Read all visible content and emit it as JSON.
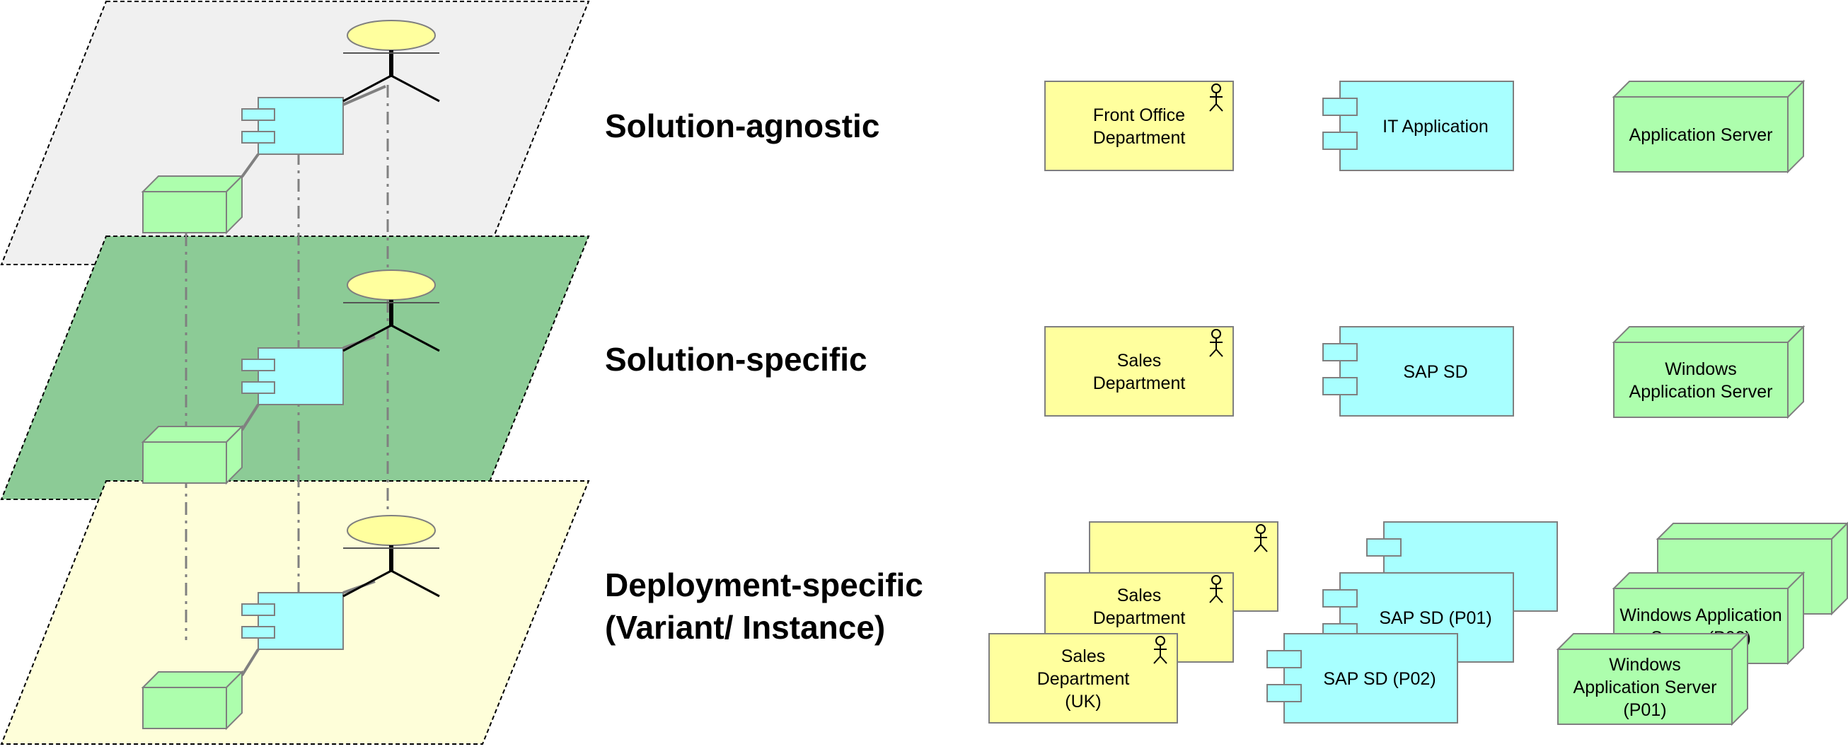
{
  "layers": [
    {
      "id": "agnostic",
      "title_lines": [
        "Solution-agnostic"
      ],
      "plane_color": "#f0f0f0"
    },
    {
      "id": "specific",
      "title_lines": [
        "Solution-specific"
      ],
      "plane_color": "#8ccb96"
    },
    {
      "id": "deployment",
      "title_lines": [
        "Deployment-specific",
        "(Variant/ Instance)"
      ],
      "plane_color": "#fefed9"
    }
  ],
  "colors": {
    "actor": "#ffff9e",
    "component": "#a8ffff",
    "node": "#adfead",
    "element_border": "#7f7f7f",
    "connector": "#808080"
  },
  "elements": {
    "agnostic": {
      "actor": {
        "lines": [
          "Front Office",
          "Department"
        ]
      },
      "component": {
        "lines": [
          "IT Application"
        ]
      },
      "node": {
        "lines": [
          "Application Server"
        ]
      }
    },
    "specific": {
      "actor": {
        "lines": [
          "Sales",
          "Department"
        ]
      },
      "component": {
        "lines": [
          "SAP SD"
        ]
      },
      "node": {
        "lines": [
          "Windows",
          "Application Server"
        ]
      }
    },
    "deployment": {
      "actors": [
        {
          "lines": []
        },
        {
          "lines": [
            "Sales",
            "Department",
            "(…)"
          ]
        },
        {
          "lines": [
            "Sales",
            "Department",
            "(UK)"
          ]
        }
      ],
      "components": [
        {
          "lines": []
        },
        {
          "lines": [
            "SAP SD (P01)"
          ]
        },
        {
          "lines": [
            "SAP SD (P02)"
          ]
        }
      ],
      "nodes": [
        {
          "lines": []
        },
        {
          "lines": [
            "Windows Application",
            "Server (P02)"
          ]
        },
        {
          "lines": [
            "Windows",
            "Application Server",
            "(P01)"
          ]
        }
      ]
    }
  }
}
